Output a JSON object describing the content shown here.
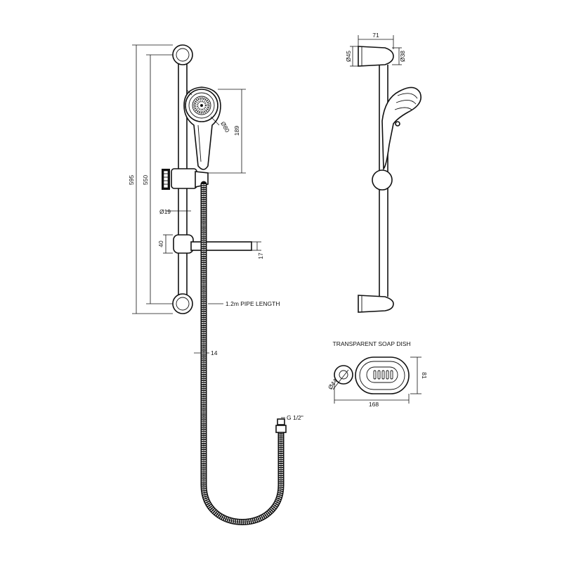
{
  "front_view": {
    "dim_total_height": "595",
    "dim_rail_height": "550",
    "dim_handset_height": "189",
    "dim_handset_diameter": "Ø80",
    "dim_rail_diameter": "Ø19",
    "dim_slider_height": "40",
    "dim_dish_thickness": "17",
    "pipe_length_label": "1.2m PIPE LENGTH",
    "dim_hose_diameter": "14",
    "connector_label": "G 1/2\""
  },
  "side_view": {
    "dim_bracket_depth": "71",
    "dim_bracket_diameter_outer": "Ø45",
    "dim_bracket_diameter_inner": "Ø38"
  },
  "soap_dish": {
    "title": "TRANSPARENT SOAP DISH",
    "dim_width": "168",
    "dim_height": "81",
    "dim_ring_diameter": "Ø44"
  }
}
